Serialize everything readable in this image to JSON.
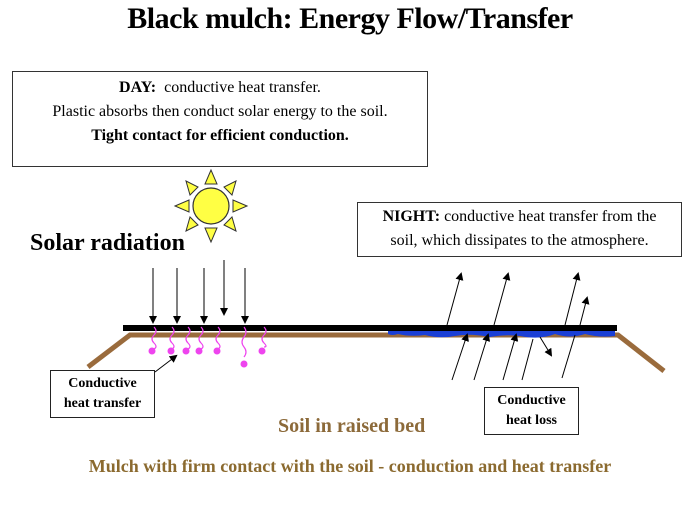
{
  "title": "Black mulch:  Energy Flow/Transfer",
  "day_box": {
    "label": "DAY:",
    "line1_rest": "  conductive heat transfer.",
    "line2": "Plastic absorbs then conduct solar energy to the soil.",
    "line3": "Tight contact for efficient conduction."
  },
  "night_box": {
    "label": "NIGHT:",
    "line1_rest": " conductive heat transfer from the",
    "line2": "soil, which dissipates to the atmosphere."
  },
  "solar_label": "Solar radiation",
  "conductive_heat_transfer_box": {
    "line1": "Conductive",
    "line2": "heat transfer"
  },
  "conductive_heat_loss_box": {
    "line1": "Conductive",
    "line2": "heat loss"
  },
  "soil_label": "Soil in raised bed",
  "caption": "Mulch with firm contact with the soil - conduction and heat transfer",
  "colors": {
    "sun_fill": "#ffff44",
    "mulch": "#000000",
    "soil_line": "#9a6b3c",
    "heat_wave": "#ee44ee",
    "moisture": "#1a3fd6",
    "soil_text": "#8c6a3a"
  }
}
